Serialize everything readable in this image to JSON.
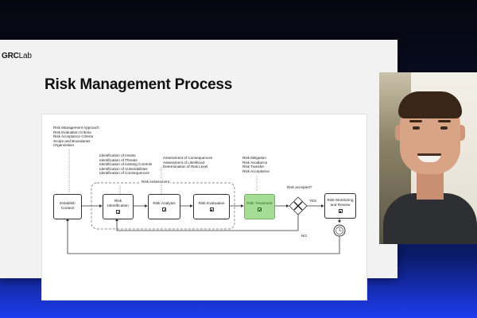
{
  "slide": {
    "brand_bold": "GRC",
    "brand_rest": "Lab",
    "title": "Risk Management Process"
  },
  "notes": {
    "context": [
      "Risk Management Approach",
      "Risk Evaluation Criteria",
      "Risk Acceptance Criteria",
      "Scope and Boundaries",
      "Organization"
    ],
    "identification": [
      "Identification of Assets",
      "Identification of Threats",
      "Identification of existing Controls",
      "Identification of Vulnerabilities",
      "Identification of Consequences"
    ],
    "analysis": [
      "Assessment of Consequences",
      "Assessment of Likelihood",
      "Determination of Risk Level"
    ],
    "treatment": [
      "Risk Mitigation",
      "Risk Avoidance",
      "Risk Transfer",
      "Risk Acceptance"
    ]
  },
  "labels": {
    "risk_assessment": "Risk Assessment",
    "risk_accepted": "Risk accepted?",
    "yes": "YES",
    "no": "NO"
  },
  "boxes": {
    "establish_1": "Establish",
    "establish_2": "Context",
    "ident_1": "Risk",
    "ident_2": "Identification",
    "analysis": "Risk Analysis",
    "evaluation": "Risk Evaluation",
    "treatment": "Risk Treatment",
    "monitor_1": "Risk Monitoring",
    "monitor_2": "and Review"
  },
  "colors": {
    "treatment_fill": "#a6dd96",
    "treatment_text": "#2c6a22"
  }
}
